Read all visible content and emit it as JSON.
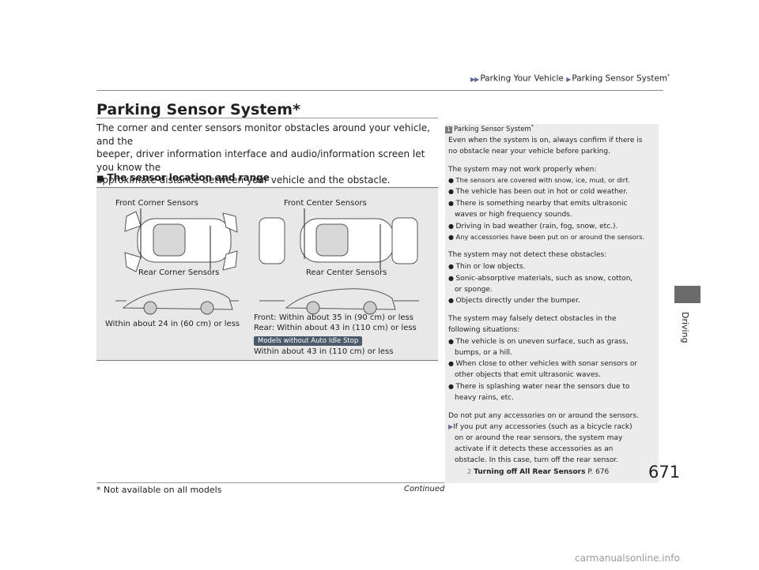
{
  "header": {
    "breadcrumb_1": "Parking Your Vehicle",
    "breadcrumb_2": "Parking Sensor System",
    "asterisk": "*"
  },
  "main": {
    "title": "Parking Sensor System",
    "title_asterisk": "*",
    "intro_line1": "The corner and center sensors monitor obstacles around your vehicle, and the",
    "intro_line2": "beeper, driver information interface and audio/information screen let you know the",
    "intro_line3": "approximate distance between your vehicle and the obstacle.",
    "subhead_marker": "■",
    "subhead": "The sensor location and range"
  },
  "figure": {
    "front_corner": "Front Corner Sensors",
    "front_center": "Front Center Sensors",
    "rear_corner": "Rear Corner Sensors",
    "rear_center": "Rear Center Sensors",
    "corner_range": "Within about 24 in (60 cm) or less",
    "center_front_range": "Front: Within about 35 in (90 cm) or less",
    "center_rear_range": "Rear: Within about 43 in (110 cm) or less",
    "badge": "Models without Auto Idle Stop",
    "alt_range": "Within about 43 in (110 cm) or less"
  },
  "sidebar": {
    "num": "1",
    "heading": "Parking Sensor System",
    "heading_asterisk": "*",
    "p1_l1": "Even when the system is on, always confirm if there is",
    "p1_l2": "no obstacle near your vehicle before parking.",
    "p2_intro": "The system may not work properly when:",
    "p2_b1": "The sensors are covered with snow, ice, mud, or dirt.",
    "p2_b2": "The vehicle has been out in hot or cold weather.",
    "p2_b3_l1": "There is something nearby that emits ultrasonic",
    "p2_b3_l2": "waves or high frequency sounds.",
    "p2_b4": "Driving in bad weather (rain, fog, snow, etc.).",
    "p2_b5": "Any accessories have been put on or around the sensors.",
    "p3_intro": "The system may not detect these obstacles:",
    "p3_b1": "Thin or low objects.",
    "p3_b2_l1": "Sonic-absorptive materials, such as snow, cotton,",
    "p3_b2_l2": "or sponge.",
    "p3_b3": "Objects directly under the bumper.",
    "p4_intro_l1": "The system may falsely detect obstacles in the",
    "p4_intro_l2": "following situations:",
    "p4_b1_l1": "The vehicle is on uneven surface, such as grass,",
    "p4_b1_l2": "bumps, or a hill.",
    "p4_b2_l1": "When close to other vehicles with sonar sensors or",
    "p4_b2_l2": "other objects that emit ultrasonic waves.",
    "p4_b3_l1": "There is splashing water near the sensors due to",
    "p4_b3_l2": "heavy rains, etc.",
    "p5": "Do not put any accessories on or around the sensors.",
    "p5_l1": "If you put any accessories (such as a bicycle rack)",
    "p5_l2": "on or around the rear sensors, the system may",
    "p5_l3": "activate if it detects these accessories as an",
    "p5_l4": "obstacle. In this case, turn off the rear sensor.",
    "ref_icon": "2",
    "ref_label": "Turning off All Rear Sensors",
    "ref_page": "P. 676"
  },
  "side_tab": "Driving",
  "page_number": "671",
  "continued": "Continued",
  "footnote": "* Not available on all models",
  "watermark": "carmanualsonline.info"
}
